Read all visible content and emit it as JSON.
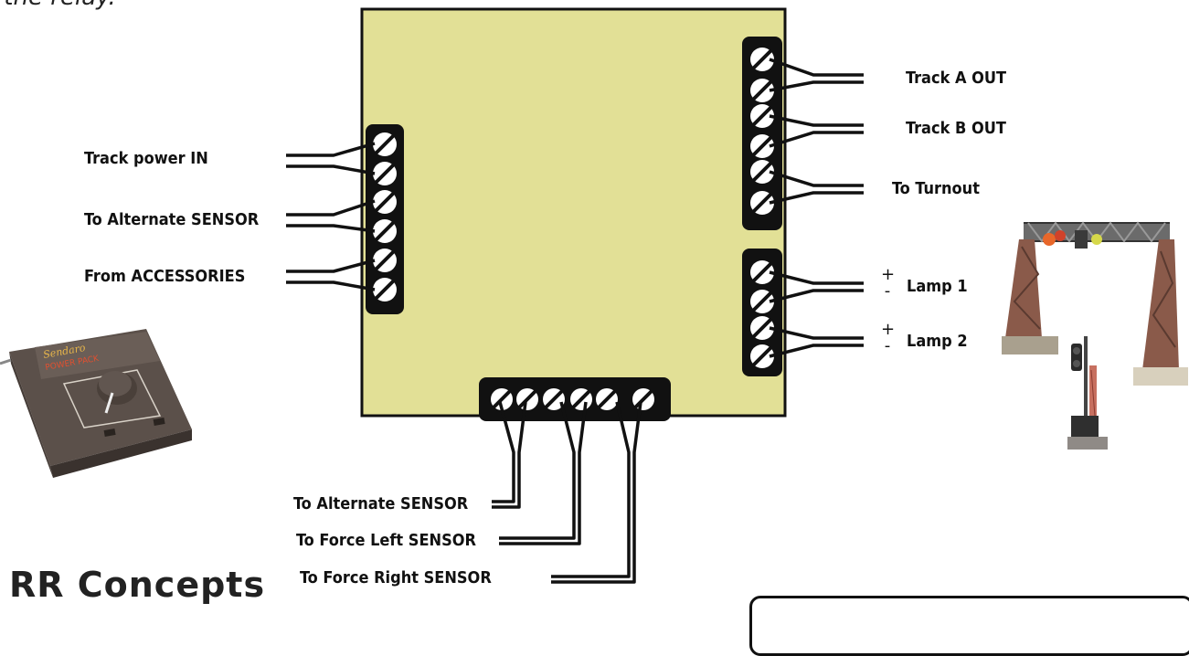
{
  "caption_fragment": "to the relay.",
  "brand_text": "RR Concepts",
  "labels": {
    "track_power_in": "Track power IN",
    "to_alternate_sensor_left": "To Alternate SENSOR",
    "from_accessories": "From ACCESSORIES",
    "track_a_out": "Track A OUT",
    "track_b_out": "Track B OUT",
    "to_turnout": "To Turnout",
    "lamp_1": "Lamp 1",
    "lamp_2": "Lamp 2",
    "to_alternate_sensor_bottom": "To Alternate SENSOR",
    "to_force_left_sensor": "To Force Left SENSOR",
    "to_force_right_sensor": "To Force Right SENSOR"
  },
  "polarity": {
    "plus": "+",
    "minus": "-"
  },
  "colors": {
    "board": "#e2e096",
    "terminal": "#111111",
    "wire": "#111111"
  },
  "images": {
    "controller": "power-controller-photo",
    "signal_bridge": "signal-bridge-photo",
    "signal_mast": "signal-mast-photo"
  }
}
